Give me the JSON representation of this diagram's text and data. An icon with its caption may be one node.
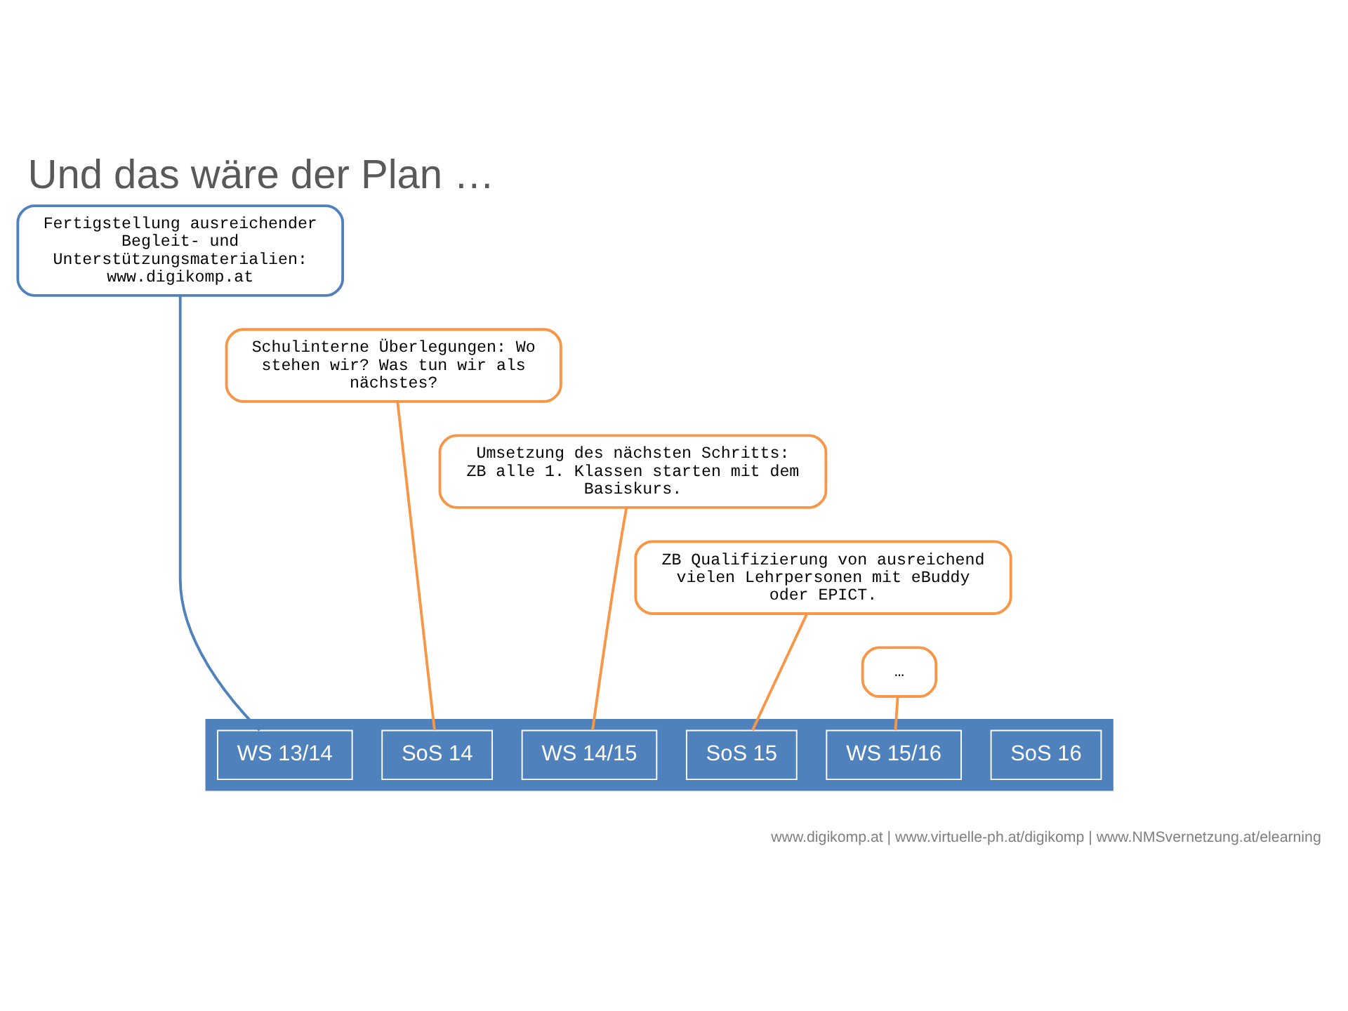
{
  "diagram": {
    "title": "Und das wäre der Plan …",
    "nodes": [
      {
        "text": [
          "Fertigstellung ausreichender Begleit- und Unterstützungsmaterialien: www.digikomp.at"
        ]
      },
      {
        "text": [
          "Schulinterne Überlegungen: Wo stehen wir? Was tun wir als nächstes?"
        ]
      },
      {
        "text": [
          "Umsetzung des nächsten Schritts: ZB alle 1. Klassen starten mit dem Basiskurs."
        ]
      },
      {
        "text": [
          "ZB Qualifizierung von ausreichend vielen Lehrpersonen mit eBuddy oder EPICT."
        ]
      },
      {
        "text": [
          "…"
        ]
      },
      {
        "text": [],
        "shape": "arrow"
      },
      {
        "text": [
          "WS 13/14"
        ],
        "in": 5
      },
      {
        "text": [
          "SoS 14"
        ],
        "in": 5
      },
      {
        "text": [
          "WS 14/15"
        ],
        "in": 5
      },
      {
        "text": [
          "SoS 15"
        ],
        "in": 5
      },
      {
        "text": [
          "WS 15/16"
        ],
        "in": 5
      },
      {
        "text": [
          "SoS 16"
        ],
        "in": 5
      }
    ],
    "edges": [
      {
        "from": 0,
        "to": 6,
        "arrow": "none",
        "color": "#4f81bd"
      },
      {
        "from": 1,
        "to": 7,
        "arrow": "none"
      },
      {
        "from": 2,
        "to": 8,
        "arrow": "none"
      },
      {
        "from": 3,
        "to": 9,
        "arrow": "none"
      },
      {
        "from": 4,
        "to": 10,
        "arrow": "none"
      }
    ],
    "labels": [
      "www.digikomp.at | www.virtuelle-ph.at/digikomp | www.NMSvernetzung.at/elearning"
    ]
  }
}
